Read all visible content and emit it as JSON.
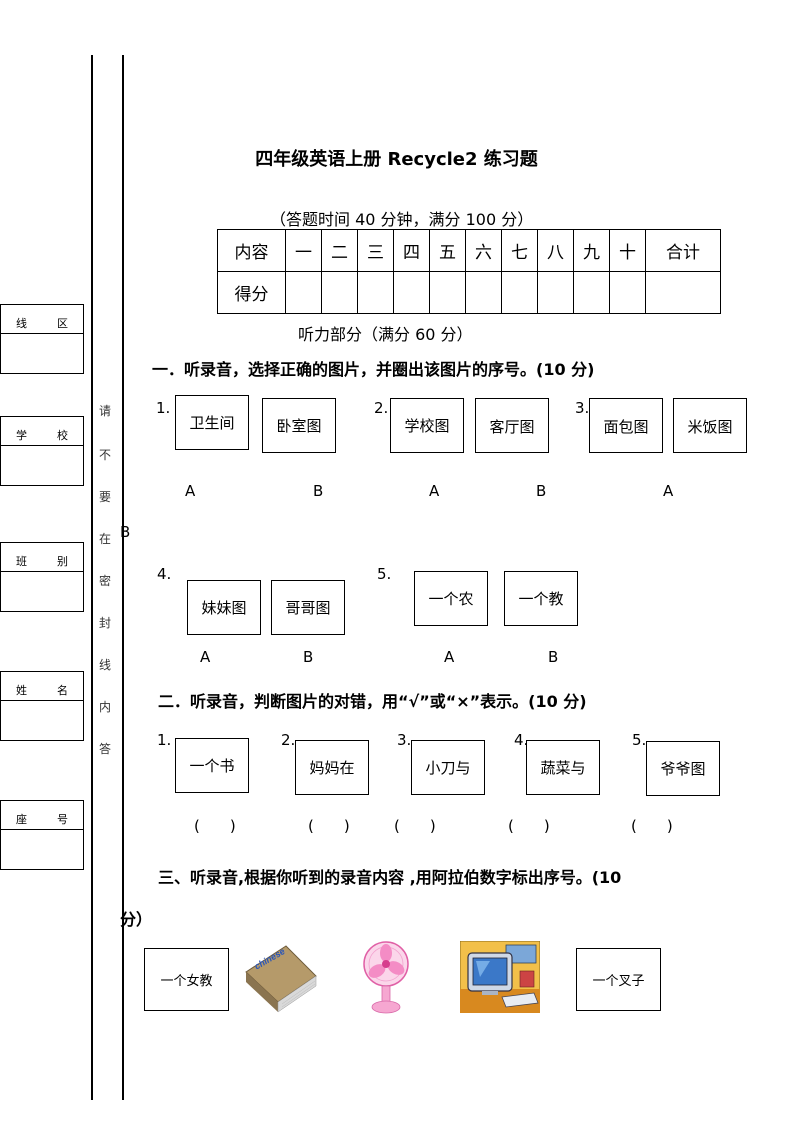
{
  "title": "四年级英语上册 Recycle2 练习题",
  "subtitle": "（答题时间 40 分钟，满分 100 分）",
  "side_labels": [
    [
      "线",
      "区"
    ],
    [
      "学",
      "校"
    ],
    [
      "班",
      "别"
    ],
    [
      "姓",
      "名"
    ],
    [
      "座",
      "号"
    ]
  ],
  "side_vertical_chars": [
    "请",
    "不",
    "要",
    "在",
    "密",
    "封",
    "线",
    "内",
    "答"
  ],
  "score_table": {
    "header": [
      "内容",
      "一",
      "二",
      "三",
      "四",
      "五",
      "六",
      "七",
      "八",
      "九",
      "十",
      "合计"
    ],
    "row_label": "得分"
  },
  "listening_heading": "听力部分（满分 60 分）",
  "section1": {
    "heading": "一．听录音，选择正确的图片，并圈出该图片的序号。(10 分)",
    "numbers": [
      "1.",
      "2.",
      "3.",
      "4.",
      "5."
    ],
    "row1_boxes": [
      "卫生间",
      "卧室图",
      "学校图",
      "客厅图",
      "面包图",
      "米饭图"
    ],
    "row1_letters": [
      "A",
      "B",
      "A",
      "B",
      "A"
    ],
    "stray_letter": "B",
    "row2_boxes": [
      "妹妹图",
      "哥哥图",
      "一个农",
      "一个教"
    ],
    "row2_letters": [
      "A",
      "B",
      "A",
      "B"
    ]
  },
  "section2": {
    "heading": "二．听录音，判断图片的对错，用“√”或“×”表示。(10 分)",
    "numbers": [
      "1.",
      "2.",
      "3.",
      "4.",
      "5."
    ],
    "boxes": [
      "一个书",
      "妈妈在",
      "小刀与",
      "蔬菜与",
      "爷爷图"
    ],
    "parens": [
      "(　　)",
      "(　　)",
      "(　　)",
      "(　　)",
      "(　　)"
    ]
  },
  "section3": {
    "heading": "三、听录音,根据你听到的录音内容 ,用阿拉伯数字标出序号。(10",
    "heading_cont": "分）",
    "boxes": [
      "一个女教",
      "一个叉子"
    ],
    "book_label": "chinese",
    "images": [
      "book-icon",
      "fan-icon",
      "computer-icon"
    ]
  }
}
